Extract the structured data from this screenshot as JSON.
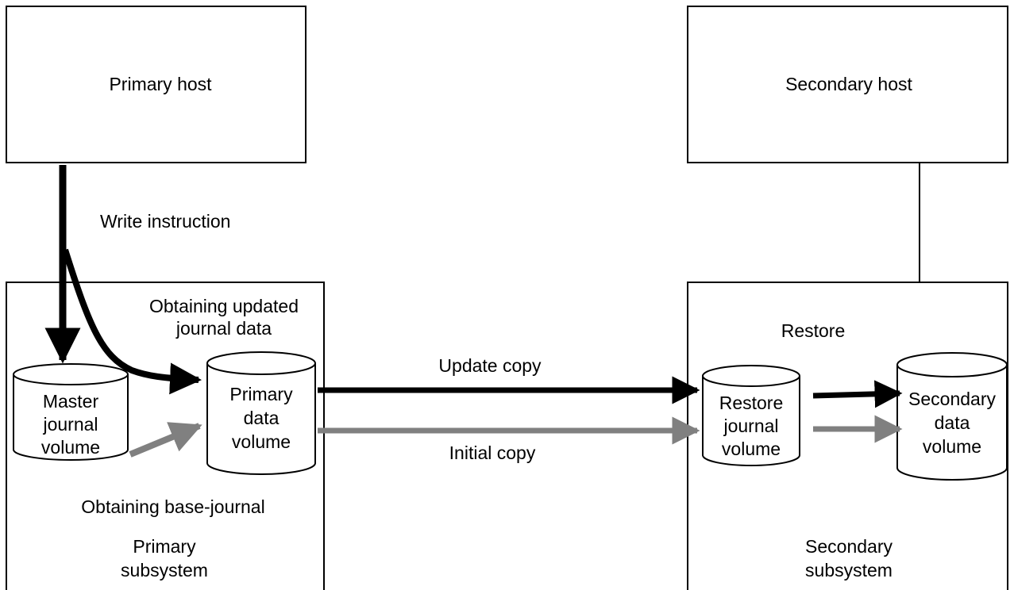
{
  "colors": {
    "line": "#000000",
    "arrow_update": "#000000",
    "arrow_initial": "#808080",
    "background": "#ffffff"
  },
  "primary_host": {
    "label": "Primary host"
  },
  "secondary_host": {
    "label": "Secondary host"
  },
  "write_instruction": {
    "label": "Write instruction"
  },
  "primary_subsystem": {
    "label_line1": "Primary",
    "label_line2": "subsystem",
    "obtaining_updated_line1": "Obtaining updated",
    "obtaining_updated_line2": "journal data",
    "obtaining_base": "Obtaining base-journal",
    "master_journal_volume": {
      "line1": "Master",
      "line2": "journal",
      "line3": "volume"
    },
    "primary_data_volume": {
      "line1": "Primary",
      "line2": "data",
      "line3": "volume"
    }
  },
  "links": {
    "update_copy": "Update copy",
    "initial_copy": "Initial copy"
  },
  "secondary_subsystem": {
    "label_line1": "Secondary",
    "label_line2": "subsystem",
    "restore": "Restore",
    "restore_journal_volume": {
      "line1": "Restore",
      "line2": "journal",
      "line3": "volume"
    },
    "secondary_data_volume": {
      "line1": "Secondary",
      "line2": "data",
      "line3": "volume"
    }
  }
}
